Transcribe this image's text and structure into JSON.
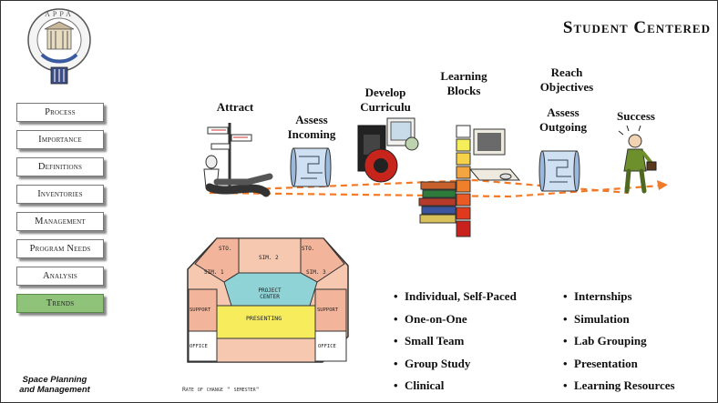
{
  "title": "Student Centered",
  "nav": [
    {
      "label": "Process",
      "active": false
    },
    {
      "label": "Importance",
      "active": false
    },
    {
      "label": "Definitions",
      "active": false
    },
    {
      "label": "Inventories",
      "active": false
    },
    {
      "label": "Management",
      "active": false
    },
    {
      "label": "Program Needs",
      "active": false
    },
    {
      "label": "Analysis",
      "active": false
    },
    {
      "label": "Trends",
      "active": true
    }
  ],
  "footer": {
    "line1": "Space Planning",
    "line2": "and Management"
  },
  "logo": {
    "text": "APPA"
  },
  "stages": {
    "attract": "Attract",
    "assess_incoming": "Assess Incoming",
    "develop": "Develop Curriculu",
    "learning_blocks": "Learning Blocks",
    "reach_objectives": "Reach Objectives",
    "assess_outgoing": "Assess Outgoing",
    "success": "Success"
  },
  "floorplan": {
    "sto_left": "STO.",
    "sto_right": "STO.",
    "sim1": "SIM. 1",
    "sim2": "SIM. 2",
    "sim3": "SIM. 3",
    "project_center": "PROJECT CENTER",
    "presenting": "PRESENTING",
    "office_left": "OFFICE",
    "office_right": "OFFICE",
    "support_left": "SUPPORT",
    "support_right": "SUPPORT",
    "caption": "Rate of change \" semester\""
  },
  "bullets_left": [
    "Individual, Self-Paced",
    "One-on-One",
    "Small Team",
    "Group Study",
    "Clinical"
  ],
  "bullets_right": [
    "Internships",
    "Simulation",
    "Lab Grouping",
    "Presentation",
    "Learning Resources"
  ],
  "colors": {
    "accent_green": "#8fc37a",
    "arrow_orange": "#f07a2a",
    "block_colors": [
      "#ffffff",
      "#f3ee5a",
      "#f6d14a",
      "#f3a541",
      "#ef7f2a",
      "#ea5a24",
      "#e03a1e",
      "#c9211b"
    ]
  }
}
